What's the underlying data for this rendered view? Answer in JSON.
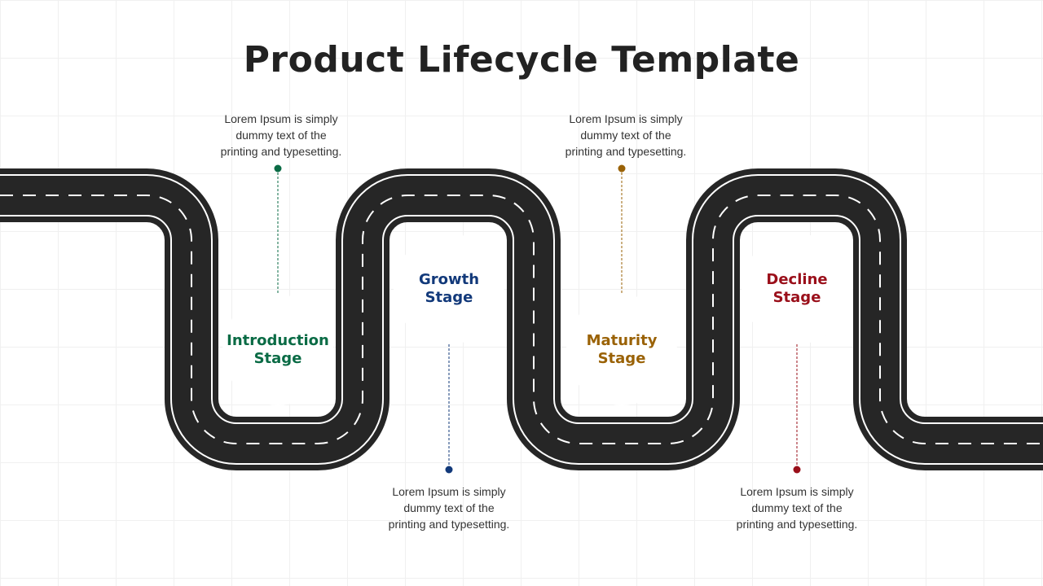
{
  "title": "Product Lifecycle Template",
  "stages": [
    {
      "line1": "Introduction",
      "line2": "Stage",
      "color": "#0a6b45",
      "ring_start": "#16a06a",
      "ring_end": "#0a5a38",
      "desc": [
        "Lorem Ipsum is simply",
        "dummy text of the",
        "printing and typesetting."
      ]
    },
    {
      "line1": "Growth",
      "line2": "Stage",
      "color": "#12397a",
      "ring_start": "#123a7a",
      "ring_end": "#1f6cd0",
      "desc": [
        "Lorem Ipsum is simply",
        "dummy text of the",
        "printing and typesetting."
      ]
    },
    {
      "line1": "Maturity",
      "line2": "Stage",
      "color": "#9a6206",
      "ring_start": "#e29a12",
      "ring_end": "#7a4a06",
      "desc": [
        "Lorem Ipsum is simply",
        "dummy text of the",
        "printing and typesetting."
      ]
    },
    {
      "line1": "Decline",
      "line2": "Stage",
      "color": "#9a0f1a",
      "ring_start": "#8a0a14",
      "ring_end": "#e81e2c",
      "desc": [
        "Lorem Ipsum is simply",
        "dummy text of the",
        "printing and typesetting."
      ]
    }
  ],
  "colors": {
    "road": "#262626",
    "road_line": "#ffffff",
    "title": "#222222"
  }
}
